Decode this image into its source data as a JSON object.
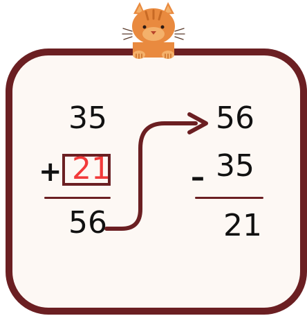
{
  "colors": {
    "frame": "#6b1f22",
    "background": "#fdf8f4",
    "answer": "#f23a3a",
    "text": "#111111",
    "cat_orange": "#e98a3f",
    "cat_light": "#f4b16b"
  },
  "left": {
    "top": "35",
    "operator": "+",
    "answer": "21",
    "result": "56"
  },
  "right": {
    "top": "56",
    "operator": "–",
    "middle": "35",
    "result": "21"
  },
  "icons": {
    "cat": "cat-peeking-icon",
    "arrow": "curved-arrow-icon"
  }
}
